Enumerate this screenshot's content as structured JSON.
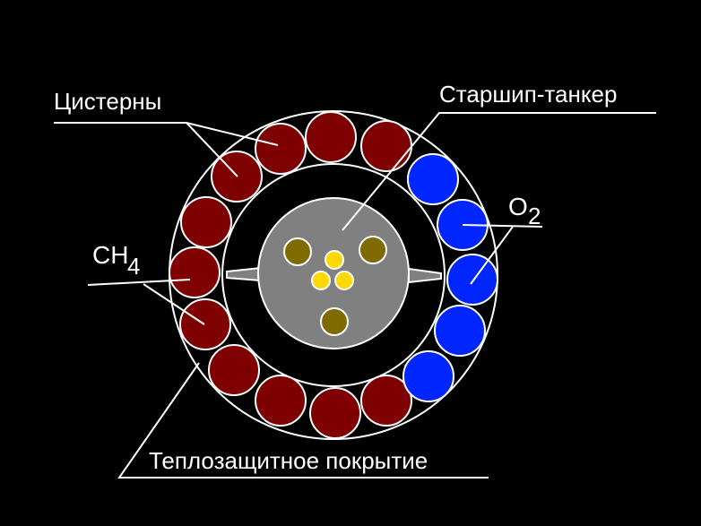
{
  "labels": {
    "tanks": "Цистерны",
    "starship": "Старшип-танкер",
    "o2_main": "O",
    "o2_sub": "2",
    "ch4_main": "CH",
    "ch4_sub": "4",
    "heat_shield": "Теплозащитное покрытие"
  },
  "colors": {
    "methane_tank": "#7f0000",
    "oxygen_tank": "#0026ff",
    "starship_body": "#808080",
    "engine_large": "#7f6a00",
    "engine_small": "#ffd800",
    "stroke": "#ffffff"
  }
}
